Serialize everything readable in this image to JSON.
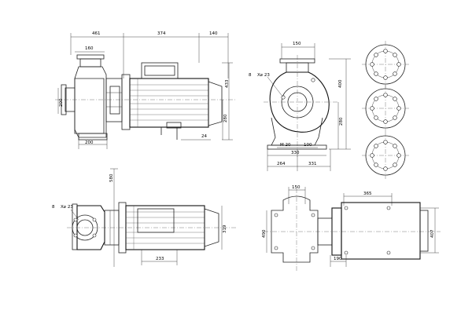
{
  "side_view": {
    "dims_top": [
      "461",
      "374",
      "140"
    ],
    "dim_flange_width": "160",
    "dim_height_left": "200",
    "dim_height_motor_total": "433",
    "dim_height_motor_lower": "280",
    "dim_base": "200",
    "dim_foot": "24"
  },
  "end_view": {
    "dim_top": "150",
    "flange_label_count": "8",
    "flange_label_spec": "X⌀ 23",
    "dim_height_total": "400",
    "dim_height_lower": "280",
    "dim_outlet_offset": "M 20",
    "dim_foot_inner": "100",
    "dim_foot_outer": "330",
    "dim_left": "264",
    "dim_right": "331"
  },
  "top_view": {
    "dim_top": "580",
    "flange_label_count": "8",
    "flange_label_spec": "X⌀ 23",
    "dim_motor_height": "319",
    "dim_motor_foot": "233"
  },
  "base_view": {
    "dim_top_left": "150",
    "dim_top_right": "365",
    "dim_height_left": "490",
    "dim_height_right": "407",
    "dim_bottom": "190"
  }
}
